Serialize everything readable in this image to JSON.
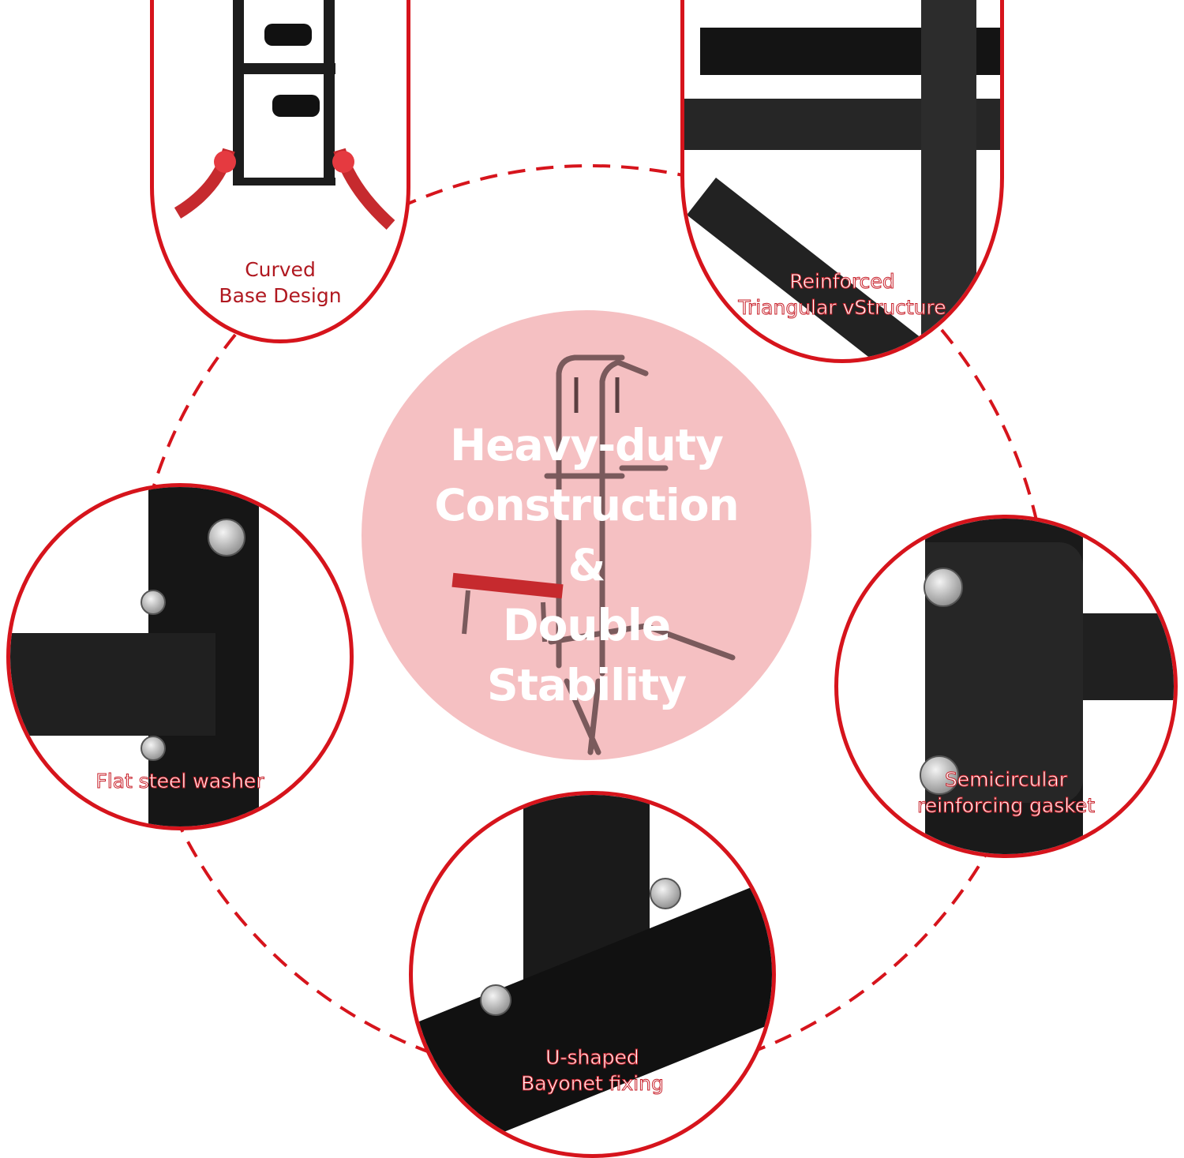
{
  "infographic": {
    "center": {
      "title_lines": [
        "Heavy-duty",
        "Construction",
        "&",
        "Double",
        "Stability"
      ],
      "background_color": "#f5c0c2"
    },
    "details": [
      {
        "id": "curved-base",
        "label_lines": [
          "Curved",
          "Base Design"
        ],
        "position": "top-left"
      },
      {
        "id": "triangular-structure",
        "label_lines": [
          "Reinforced",
          "Triangular vStructure"
        ],
        "position": "top-right"
      },
      {
        "id": "flat-washer",
        "label_lines": [
          "Flat steel washer"
        ],
        "position": "middle-left"
      },
      {
        "id": "semicircular-gasket",
        "label_lines": [
          "Semicircular",
          "reinforcing gasket"
        ],
        "position": "middle-right"
      },
      {
        "id": "u-bayonet",
        "label_lines": [
          "U-shaped",
          "Bayonet fixing"
        ],
        "position": "bottom-center"
      }
    ],
    "colors": {
      "accent_red": "#d6141c",
      "label_red": "#b01820",
      "metal_black": "#1c1c1c"
    }
  }
}
